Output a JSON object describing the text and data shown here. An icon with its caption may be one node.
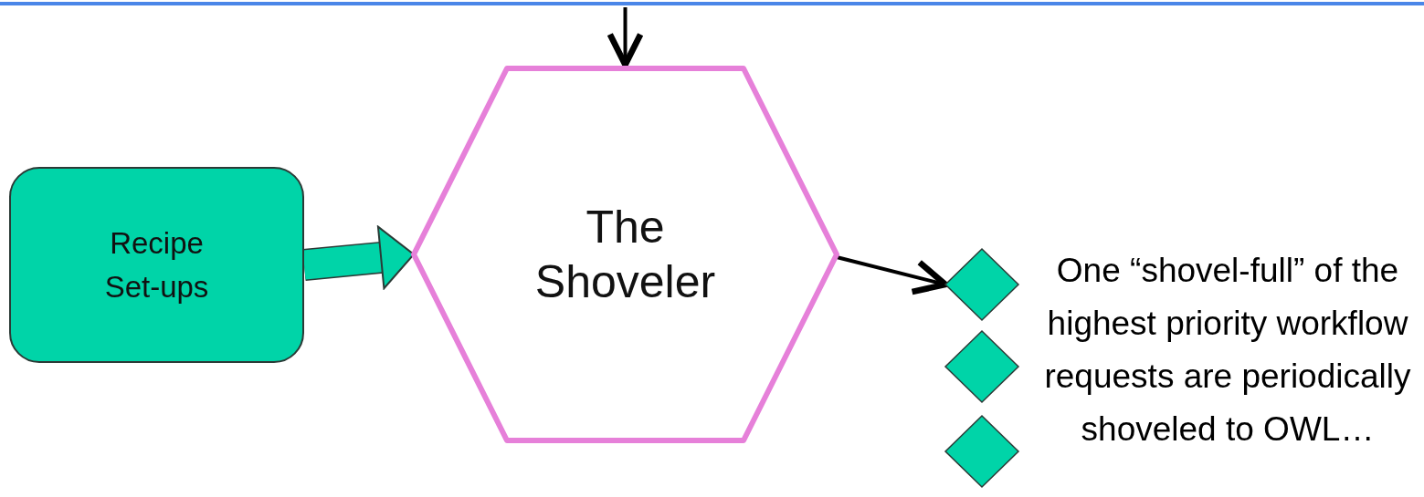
{
  "diagram": {
    "nodes": [
      {
        "text": [
          "Recipe Set-ups"
        ]
      },
      {
        "text": [
          "The Shoveler"
        ]
      },
      {
        "text": [],
        "shape": "diamond"
      },
      {
        "text": [],
        "shape": "diamond"
      },
      {
        "text": [],
        "shape": "diamond"
      }
    ],
    "edges": [
      {
        "from": null,
        "to": 1,
        "arrow": "to"
      },
      {
        "from": 0,
        "to": 1,
        "arrow": "to",
        "style": "thick",
        "color": "#00d4a8"
      },
      {
        "from": 1,
        "to": 2,
        "arrow": "to"
      }
    ],
    "labels": [
      "One “shovel-full” of the highest priority workflow requests are periodically shoveled to OWL…"
    ]
  }
}
